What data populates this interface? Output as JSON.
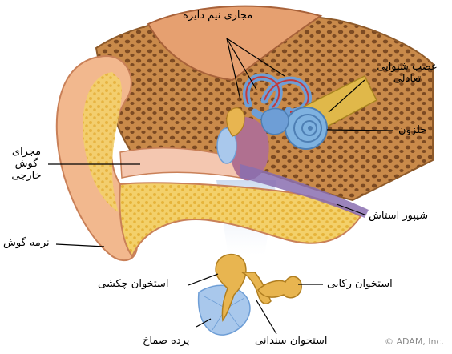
{
  "labels": {
    "semicircular_canals": "مجاری نیم دایره",
    "vestibular_nerve_line1": "عصب شنوایی",
    "vestibular_nerve_line2": "تعادلی",
    "cochlea": "حلزون",
    "ear_canal_line1": "مجرای",
    "ear_canal_line2": "گوش",
    "ear_canal_line3": "خارجی",
    "eustachian_tube": "شیپور استاش",
    "earlobe": "نرمه گوش",
    "malleus": "استخوان چکشی",
    "stapes": "استخوان رکابی",
    "eardrum": "پرده صماخ",
    "incus": "استخوان سندانی"
  },
  "credit": "© ADAM, Inc.",
  "colors": {
    "bone": "#c98a4a",
    "bone_dark": "#8e5a2a",
    "skin": "#f2b88e",
    "canal": "#f4c7b0",
    "cartilage": "#f3d06a",
    "canal_blue": "#6e9ed6",
    "cochlea_blue": "#7fb2e0",
    "ossicle": "#e8b550",
    "tympanic": "#a9c8ec",
    "beam": "#dbe6f4",
    "nerve": "#e0b84a",
    "tube": "#8a6fb0",
    "red": "#c43b3b"
  }
}
